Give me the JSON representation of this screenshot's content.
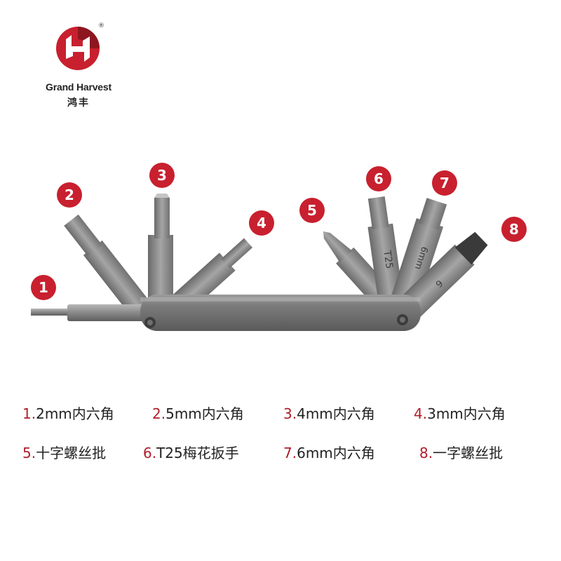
{
  "brand": {
    "name_en": "Grand Harvest",
    "name_cn": "鸿丰",
    "registered_mark": "®",
    "colors": {
      "red": "#c8202e",
      "dark_red": "#8e1620"
    }
  },
  "callout_numbers": [
    "1",
    "2",
    "3",
    "4",
    "5",
    "6",
    "7",
    "8"
  ],
  "bit_markings": {
    "t25": "T25",
    "six_mm": "6mm",
    "six": "6"
  },
  "legend": {
    "rows": [
      [
        {
          "num": "1.",
          "text": "2mm内六角"
        },
        {
          "num": "2.",
          "text": "5mm内六角"
        },
        {
          "num": "3.",
          "text": "4mm内六角"
        },
        {
          "num": "4.",
          "text": "3mm内六角"
        }
      ],
      [
        {
          "num": "5.",
          "text": "十字螺丝批"
        },
        {
          "num": "6.",
          "text": "T25梅花扳手"
        },
        {
          "num": "7.",
          "text": "6mm内六角"
        },
        {
          "num": "8.",
          "text": "一字螺丝批"
        }
      ]
    ]
  },
  "colors": {
    "callout_red": "#c8202e",
    "legend_red": "#b01e2a",
    "metal": "#8a8a8a"
  }
}
